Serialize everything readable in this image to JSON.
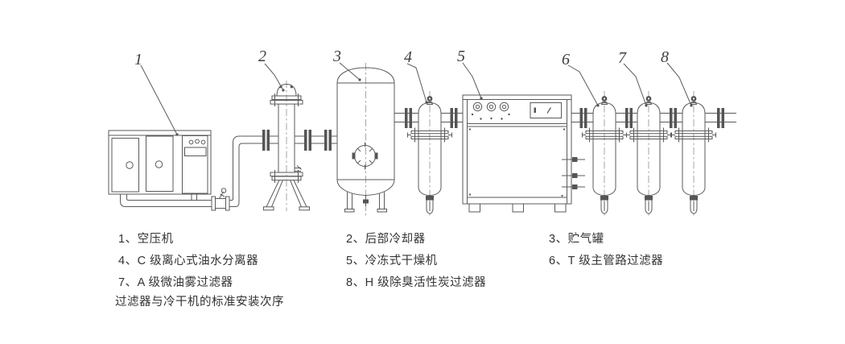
{
  "diagram": {
    "markers": [
      "1",
      "2",
      "3",
      "4",
      "5",
      "6",
      "7",
      "8"
    ],
    "components": [
      "air-compressor",
      "aftercooler",
      "air-receiver-tank",
      "grade-c-separator",
      "refrigerated-dryer",
      "grade-t-filter",
      "grade-a-filter",
      "grade-h-filter"
    ]
  },
  "legend": {
    "items": [
      {
        "text": "1、空压机"
      },
      {
        "text": "2、后部冷却器"
      },
      {
        "text": "3、贮气罐"
      },
      {
        "text": "4、C 级离心式油水分离器"
      },
      {
        "text": "5、冷冻式干燥机"
      },
      {
        "text": "6、T 级主管路过滤器"
      },
      {
        "text": "7、A 级微油雾过滤器"
      },
      {
        "text": "8、H 级除臭活性炭过滤器"
      }
    ],
    "footer": "过滤器与冷干机的标准安装次序"
  },
  "colors": {
    "line": "#5a5a5a",
    "text": "#333333",
    "background": "#ffffff"
  }
}
